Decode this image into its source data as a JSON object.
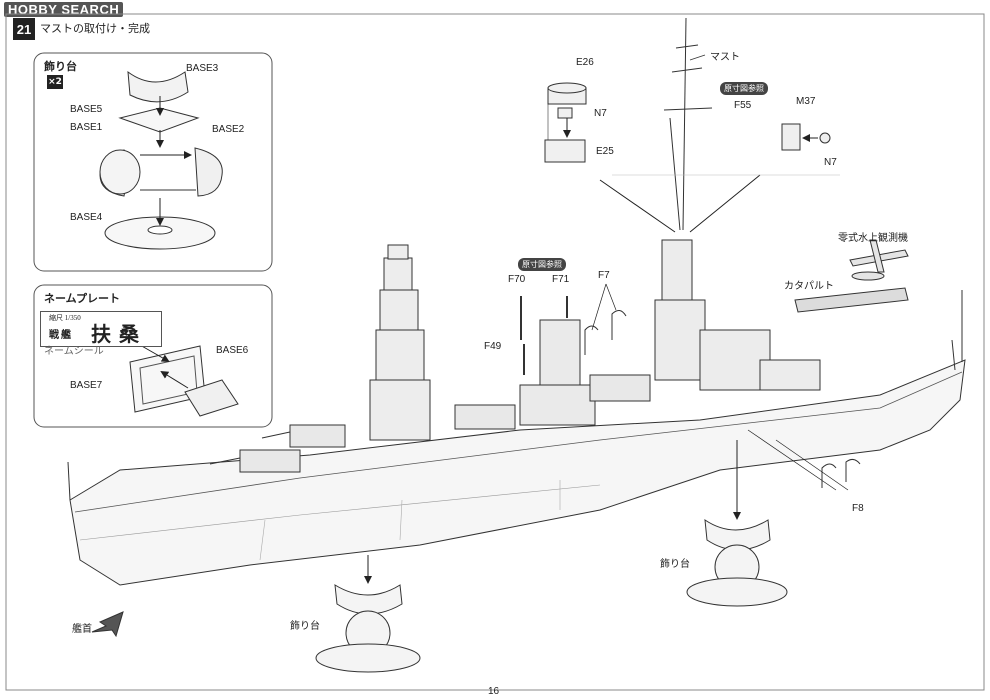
{
  "watermark": "HOBBY SEARCH",
  "step": {
    "number": "21",
    "title": "マストの取付け・完成"
  },
  "display_stand_panel": {
    "title": "飾り台",
    "quantity_badge": "×2",
    "parts": {
      "base3": "BASE3",
      "base5": "BASE5",
      "base1": "BASE1",
      "base2": "BASE2",
      "base4": "BASE4"
    }
  },
  "nameplate_panel": {
    "title": "ネームプレート",
    "plate_scale": "縮尺 1/350",
    "plate_type": "戦艦",
    "plate_name": "扶桑",
    "sticker_label": "ネームシール",
    "parts": {
      "base6": "BASE6",
      "base7": "BASE7"
    }
  },
  "callouts": {
    "e26": "E26",
    "n7_left": "N7",
    "e25": "E25",
    "mast": "マスト",
    "ref_mast": "原寸図参照",
    "f55": "F55",
    "m37": "M37",
    "n7_right": "N7",
    "ref_f": "原寸図参照",
    "f70": "F70",
    "f71": "F71",
    "f7": "F7",
    "f49": "F49",
    "seaplane": "零式水上観測機",
    "catapult": "カタパルト",
    "f8": "F8",
    "stand_right": "飾り台",
    "stand_bottom": "飾り台",
    "bow": "艦首"
  },
  "page_number": "16"
}
